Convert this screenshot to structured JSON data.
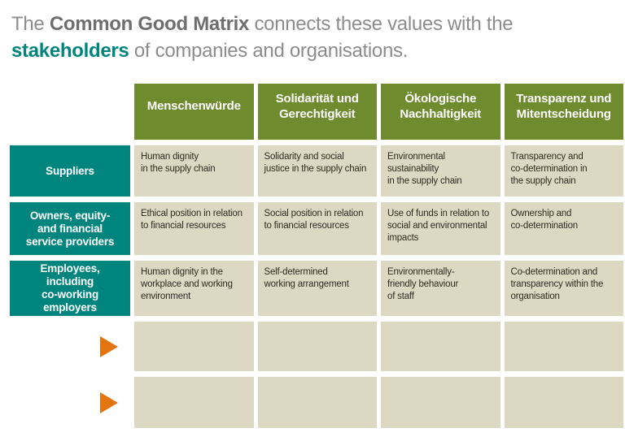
{
  "title": {
    "t1": "The ",
    "t2": "Common Good Matrix",
    "t3": " connects these values with the",
    "t4": "stakeholders",
    "t5": " of companies and organisations."
  },
  "colors": {
    "header_green": "#6e8b2e",
    "stakeholder_teal": "#00847e",
    "cell_beige": "#ddd8c1",
    "arrow_orange": "#e2750f",
    "title_gray": "#8c8c8c"
  },
  "matrix": {
    "columns": [
      "Menschenwürde",
      "Solidarität und\nGerechtigkeit",
      "Ökologische\nNachhaltigkeit",
      "Transparenz und\nMitentscheidung"
    ],
    "rows": [
      {
        "label": "Suppliers",
        "cells": [
          "Human dignity\nin the supply chain",
          "Solidarity and social\njustice in the supply chain",
          "Environmental\nsustainability\nin the supply chain",
          "Transparency and\nco-determination in\nthe supply chain"
        ]
      },
      {
        "label": "Owners, equity-\nand financial\nservice providers",
        "cells": [
          "Ethical position in relation\nto financial resources",
          "Social position in relation\nto financial resources",
          "Use of funds in relation to\nsocial and environmental\nimpacts",
          "Ownership and\nco-determination"
        ]
      },
      {
        "label": "Employees,\nincluding\nco-working\nemployers",
        "cells": [
          "Human dignity in the\nworkplace and working\nenvironment",
          "Self-determined\nworking arrangement",
          "Environmentally-\nfriendly behaviour\nof staff",
          "Co-determination and\ntransparency within the\norganisation"
        ]
      },
      {
        "label": "",
        "cells": [
          "",
          "",
          "",
          ""
        ]
      },
      {
        "label": "",
        "cells": [
          "",
          "",
          "",
          ""
        ]
      }
    ]
  }
}
